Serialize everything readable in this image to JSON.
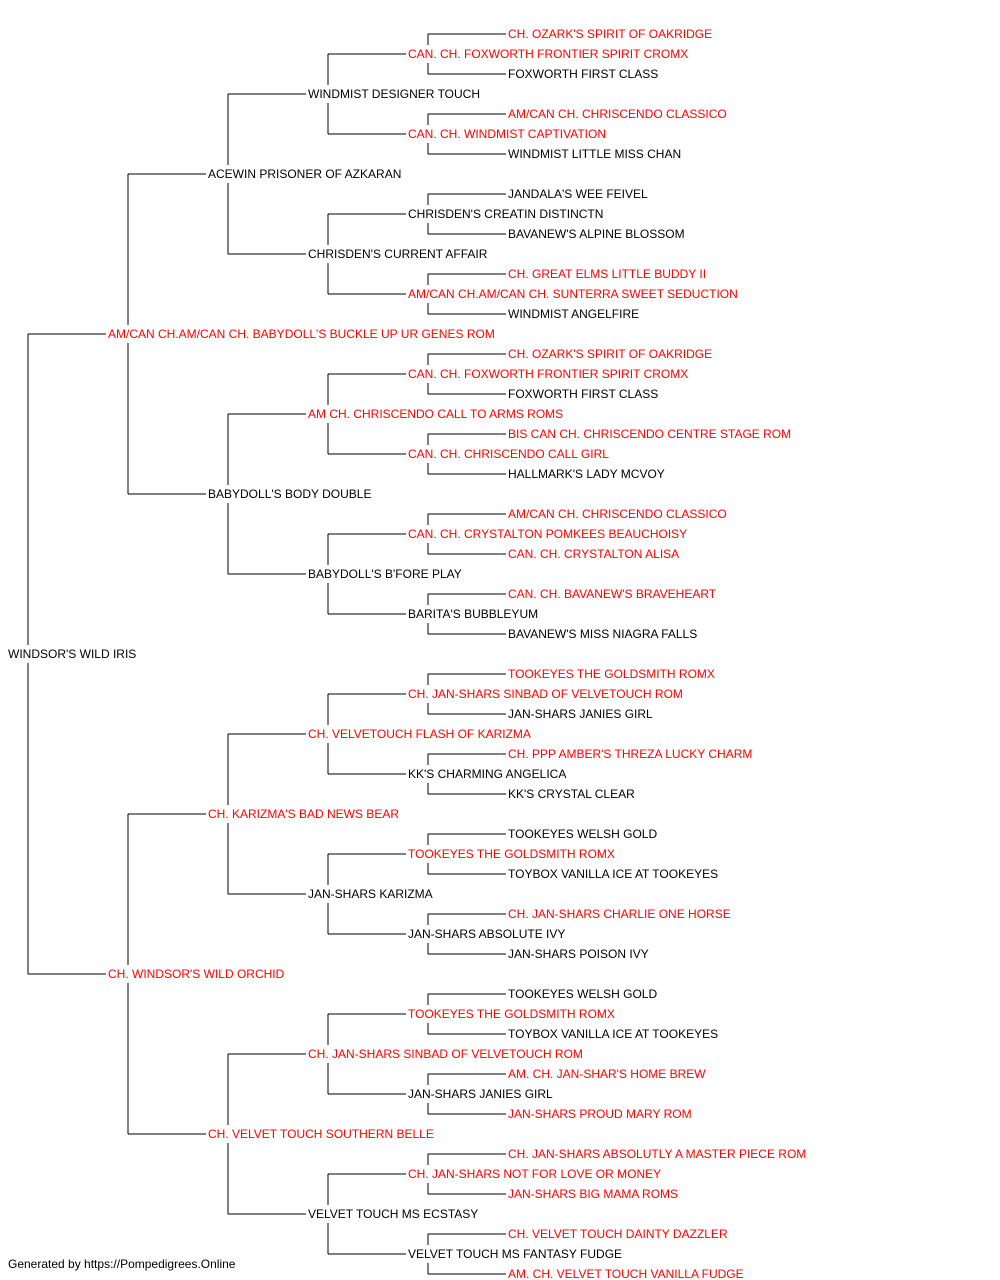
{
  "colors": {
    "titled": "#ff0000",
    "plain": "#000000",
    "connector": "#000000"
  },
  "footer": "Generated by https://Pompedigrees.Online",
  "pedigree": {
    "name": "WINDSOR'S WILD IRIS",
    "titled": false,
    "sire": {
      "name": "AM/CAN CH.AM/CAN CH. BABYDOLL'S BUCKLE UP UR GENES ROM",
      "titled": true,
      "sire": {
        "name": "ACEWIN PRISONER OF AZKARAN",
        "titled": false,
        "sire": {
          "name": "WINDMIST DESIGNER TOUCH",
          "titled": false,
          "sire": {
            "name": "CAN. CH. FOXWORTH FRONTIER SPIRIT CROMX",
            "titled": true,
            "sire": {
              "name": "CH. OZARK'S SPIRIT OF OAKRIDGE",
              "titled": true
            },
            "dam": {
              "name": "FOXWORTH FIRST CLASS",
              "titled": false
            }
          },
          "dam": {
            "name": "CAN. CH. WINDMIST CAPTIVATION",
            "titled": true,
            "sire": {
              "name": "AM/CAN CH. CHRISCENDO CLASSICO",
              "titled": true
            },
            "dam": {
              "name": "WINDMIST LITTLE MISS CHAN",
              "titled": false
            }
          }
        },
        "dam": {
          "name": "CHRISDEN'S CURRENT AFFAIR",
          "titled": false,
          "sire": {
            "name": "CHRISDEN'S CREATIN DISTINCTN",
            "titled": false,
            "sire": {
              "name": "JANDALA'S WEE FEIVEL",
              "titled": false
            },
            "dam": {
              "name": "BAVANEW'S ALPINE BLOSSOM",
              "titled": false
            }
          },
          "dam": {
            "name": "AM/CAN CH.AM/CAN CH. SUNTERRA SWEET SEDUCTION",
            "titled": true,
            "sire": {
              "name": "CH. GREAT ELMS LITTLE BUDDY II",
              "titled": true
            },
            "dam": {
              "name": "WINDMIST ANGELFIRE",
              "titled": false
            }
          }
        }
      },
      "dam": {
        "name": "BABYDOLL'S BODY DOUBLE",
        "titled": false,
        "sire": {
          "name": "AM CH. CHRISCENDO CALL TO ARMS ROMS",
          "titled": true,
          "sire": {
            "name": "CAN. CH. FOXWORTH FRONTIER SPIRIT CROMX",
            "titled": true,
            "sire": {
              "name": "CH. OZARK'S SPIRIT OF OAKRIDGE",
              "titled": true
            },
            "dam": {
              "name": "FOXWORTH FIRST CLASS",
              "titled": false
            }
          },
          "dam": {
            "name": "CAN. CH. CHRISCENDO CALL GIRL",
            "titled": true,
            "sire": {
              "name": "BIS CAN CH. CHRISCENDO CENTRE STAGE ROM",
              "titled": true
            },
            "dam": {
              "name": "HALLMARK'S LADY MCVOY",
              "titled": false
            }
          }
        },
        "dam": {
          "name": "BABYDOLL'S B'FORE PLAY",
          "titled": false,
          "sire": {
            "name": "CAN. CH. CRYSTALTON POMKEES BEAUCHOISY",
            "titled": true,
            "sire": {
              "name": "AM/CAN CH. CHRISCENDO CLASSICO",
              "titled": true
            },
            "dam": {
              "name": "CAN. CH. CRYSTALTON ALISA",
              "titled": true
            }
          },
          "dam": {
            "name": "BARITA'S BUBBLEYUM",
            "titled": false,
            "sire": {
              "name": "CAN. CH. BAVANEW'S BRAVEHEART",
              "titled": true
            },
            "dam": {
              "name": "BAVANEW'S MISS NIAGRA FALLS",
              "titled": false
            }
          }
        }
      }
    },
    "dam": {
      "name": "CH. WINDSOR'S WILD ORCHID",
      "titled": true,
      "sire": {
        "name": "CH. KARIZMA'S BAD NEWS BEAR",
        "titled": true,
        "sire": {
          "name": "CH. VELVETOUCH FLASH OF KARIZMA",
          "titled": true,
          "sire": {
            "name": "CH. JAN-SHARS SINBAD OF VELVETOUCH ROM",
            "titled": true,
            "sire": {
              "name": "TOOKEYES THE GOLDSMITH ROMX",
              "titled": true
            },
            "dam": {
              "name": "JAN-SHARS JANIES GIRL",
              "titled": false
            }
          },
          "dam": {
            "name": "KK'S CHARMING ANGELICA",
            "titled": false,
            "sire": {
              "name": "CH. PPP AMBER'S THREZA LUCKY CHARM",
              "titled": true
            },
            "dam": {
              "name": "KK'S CRYSTAL CLEAR",
              "titled": false
            }
          }
        },
        "dam": {
          "name": "JAN-SHARS KARIZMA",
          "titled": false,
          "sire": {
            "name": "TOOKEYES THE GOLDSMITH ROMX",
            "titled": true,
            "sire": {
              "name": "TOOKEYES WELSH GOLD",
              "titled": false
            },
            "dam": {
              "name": "TOYBOX VANILLA ICE AT TOOKEYES",
              "titled": false
            }
          },
          "dam": {
            "name": "JAN-SHARS ABSOLUTE IVY",
            "titled": false,
            "sire": {
              "name": "CH. JAN-SHARS CHARLIE ONE HORSE",
              "titled": true
            },
            "dam": {
              "name": "JAN-SHARS POISON IVY",
              "titled": false
            }
          }
        }
      },
      "dam": {
        "name": "CH. VELVET TOUCH SOUTHERN BELLE",
        "titled": true,
        "sire": {
          "name": "CH. JAN-SHARS SINBAD OF VELVETOUCH ROM",
          "titled": true,
          "sire": {
            "name": "TOOKEYES THE GOLDSMITH ROMX",
            "titled": true,
            "sire": {
              "name": "TOOKEYES WELSH GOLD",
              "titled": false
            },
            "dam": {
              "name": "TOYBOX VANILLA ICE AT TOOKEYES",
              "titled": false
            }
          },
          "dam": {
            "name": "JAN-SHARS JANIES GIRL",
            "titled": false,
            "sire": {
              "name": "AM. CH. JAN-SHAR'S HOME BREW",
              "titled": true
            },
            "dam": {
              "name": "JAN-SHARS PROUD MARY ROM",
              "titled": true
            }
          }
        },
        "dam": {
          "name": "VELVET TOUCH MS ECSTASY",
          "titled": false,
          "sire": {
            "name": "CH. JAN-SHARS NOT FOR LOVE OR MONEY",
            "titled": true,
            "sire": {
              "name": "CH. JAN-SHARS ABSOLUTLY A MASTER PIECE ROM",
              "titled": true
            },
            "dam": {
              "name": "JAN-SHARS BIG MAMA ROMS",
              "titled": true
            }
          },
          "dam": {
            "name": "VELVET TOUCH MS FANTASY FUDGE",
            "titled": false,
            "sire": {
              "name": "CH. VELVET TOUCH DAINTY DAZZLER",
              "titled": true
            },
            "dam": {
              "name": "AM. CH. VELVET TOUCH VANILLA FUDGE",
              "titled": true
            }
          }
        }
      }
    }
  }
}
